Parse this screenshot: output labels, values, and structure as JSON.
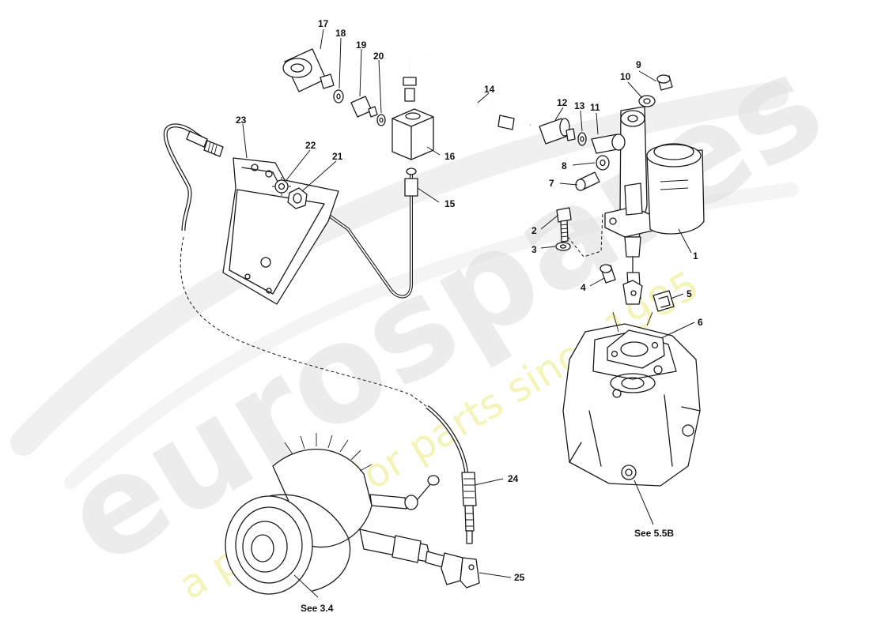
{
  "watermark": {
    "brand": "eurospares",
    "tagline": "a passion for parts since 1985",
    "brand_color": "#dedede",
    "tagline_color": "#f2f2a8"
  },
  "callouts": [
    "1",
    "2",
    "3",
    "4",
    "5",
    "6",
    "7",
    "8",
    "9",
    "10",
    "11",
    "12",
    "13",
    "14",
    "15",
    "16",
    "17",
    "18",
    "19",
    "20",
    "21",
    "22",
    "23",
    "24",
    "25"
  ],
  "references": {
    "gearbox": "See 5.5B",
    "release_bearing": "See 3.4"
  },
  "colors": {
    "line": "#1a1a1a",
    "background": "#ffffff"
  }
}
